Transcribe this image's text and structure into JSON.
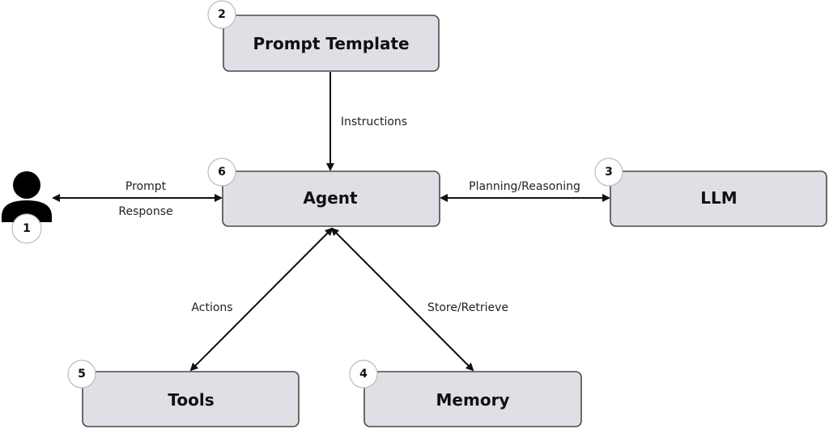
{
  "nodes": {
    "prompt_template": {
      "label": "Prompt Template",
      "badge": "2"
    },
    "agent": {
      "label": "Agent",
      "badge": "6"
    },
    "llm": {
      "label": "LLM",
      "badge": "3"
    },
    "tools": {
      "label": "Tools",
      "badge": "5"
    },
    "memory": {
      "label": "Memory",
      "badge": "4"
    },
    "user": {
      "badge": "1"
    }
  },
  "edges": {
    "instructions": "Instructions",
    "prompt": "Prompt",
    "response": "Response",
    "planning": "Planning/Reasoning",
    "actions": "Actions",
    "store": "Store/Retrieve"
  }
}
